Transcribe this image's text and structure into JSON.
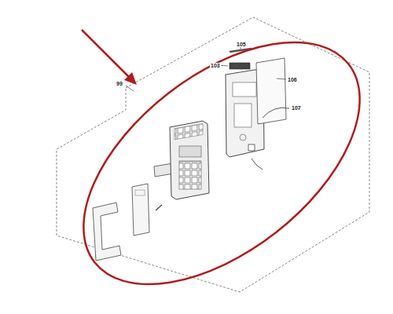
{
  "diagram": {
    "labels": [
      "105",
      "103",
      "106",
      "107",
      "99"
    ]
  }
}
